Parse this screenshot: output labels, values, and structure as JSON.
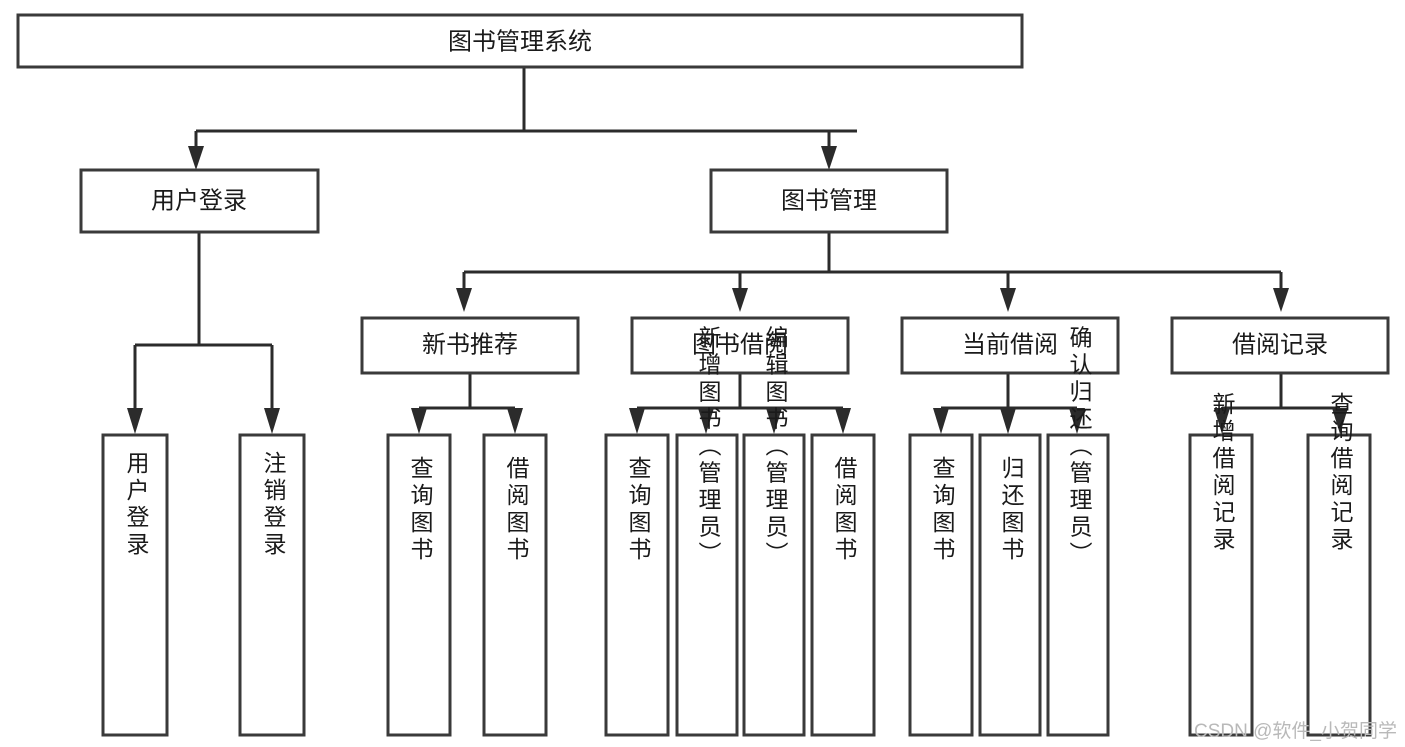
{
  "diagram": {
    "type": "tree-hierarchy-chart",
    "title": "图书管理系统",
    "watermark": "CSDN @软件_小贺同学",
    "colors": {
      "background": "#ffffff",
      "box_stroke": "#3a3a3a",
      "connector": "#2b2b2b",
      "text": "#1a1a1a",
      "watermark": "#b9b9b9"
    },
    "levels": {
      "root": {
        "label": "图书管理系统"
      },
      "level2": [
        {
          "id": "user-login",
          "label": "用户登录"
        },
        {
          "id": "book-manage",
          "label": "图书管理"
        }
      ],
      "level3": [
        {
          "id": "new-book-recommend",
          "label": "新书推荐"
        },
        {
          "id": "book-borrow",
          "label": "图书借阅"
        },
        {
          "id": "current-borrow",
          "label": "当前借阅"
        },
        {
          "id": "borrow-record",
          "label": "借阅记录"
        }
      ],
      "leaves": {
        "user-login": [
          {
            "id": "leaf-user-login",
            "label": "用户登录"
          },
          {
            "id": "leaf-logout",
            "label": "注销登录"
          }
        ],
        "new-book-recommend": [
          {
            "id": "leaf-query-book-1",
            "label": "查询图书"
          },
          {
            "id": "leaf-borrow-book-1",
            "label": "借阅图书"
          }
        ],
        "book-borrow": [
          {
            "id": "leaf-query-book-2",
            "label": "查询图书"
          },
          {
            "id": "leaf-add-book",
            "label": "新增图书（管理员）"
          },
          {
            "id": "leaf-edit-book",
            "label": "编辑图书（管理员）"
          },
          {
            "id": "leaf-borrow-book-2",
            "label": "借阅图书"
          }
        ],
        "current-borrow": [
          {
            "id": "leaf-query-book-3",
            "label": "查询图书"
          },
          {
            "id": "leaf-return-book",
            "label": "归还图书"
          },
          {
            "id": "leaf-confirm-return",
            "label": "确认归还（管理员）"
          }
        ],
        "borrow-record": [
          {
            "id": "leaf-add-record",
            "label": "新增借阅记录"
          },
          {
            "id": "leaf-query-record",
            "label": "查询借阅记录"
          }
        ]
      }
    }
  }
}
